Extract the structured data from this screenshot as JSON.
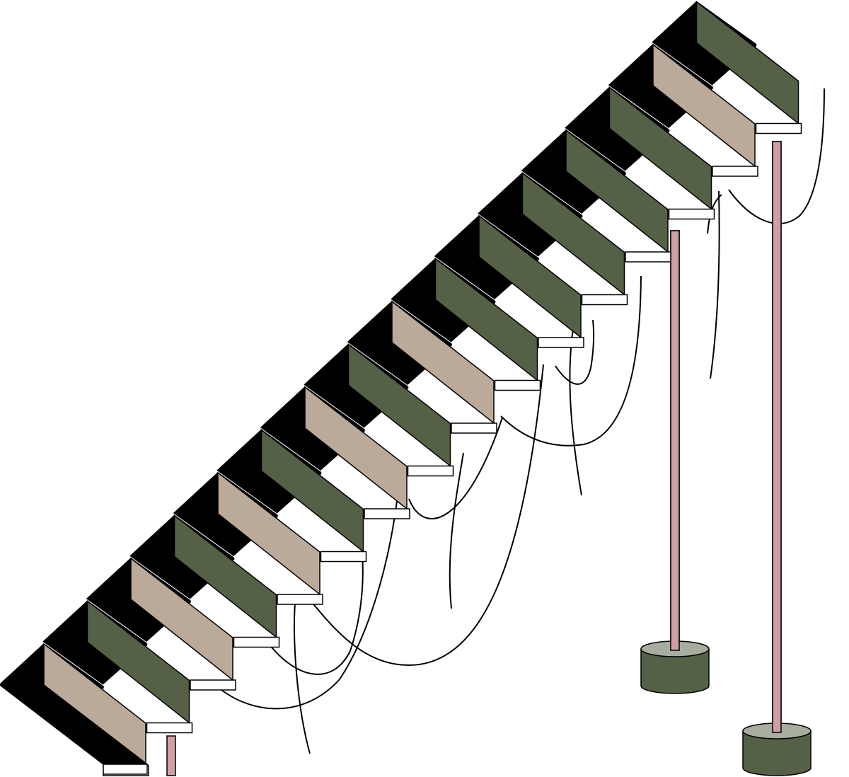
{
  "scene": {
    "subject": "staircase-illustration",
    "step_count": 16,
    "riser_pattern": [
      "tan",
      "green",
      "tan",
      "green",
      "tan",
      "green",
      "tan",
      "green",
      "tan",
      "green",
      "green",
      "green",
      "green",
      "green",
      "tan",
      "green"
    ],
    "support_post_count": 3,
    "post_base_count": 2,
    "hanging_wire_count": 12
  },
  "colors": {
    "tread": "#000000",
    "riser_green": "#556147",
    "riser_tan": "#bba99a",
    "nosing": "#ffffff",
    "post": "#cf9fa5",
    "base_body": "#556147",
    "base_top": "#a7ae9f",
    "wire": "#000000",
    "background": "#ffffff",
    "outline": "#000000"
  }
}
